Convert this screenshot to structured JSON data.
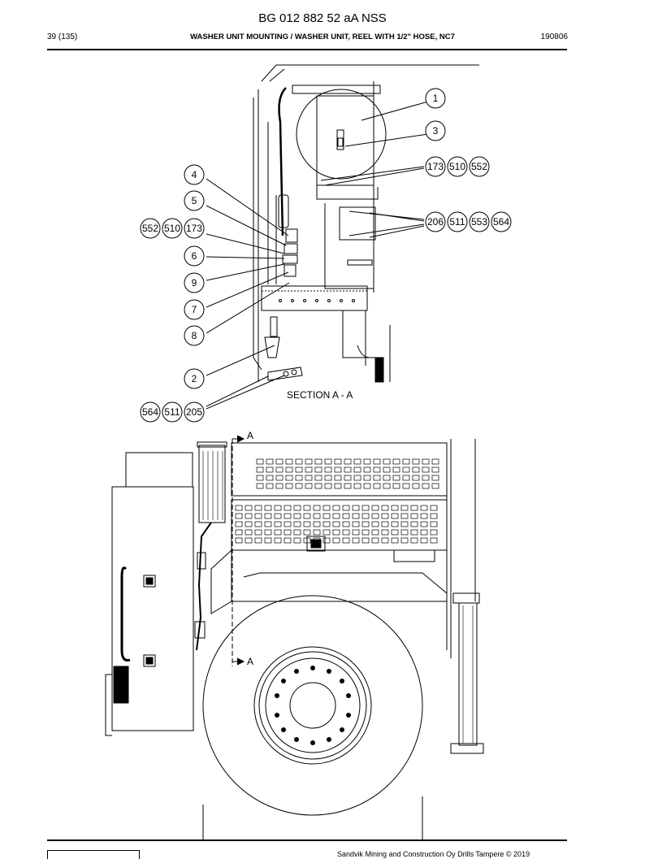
{
  "header": {
    "doc_id": "BG 012 882 52 aA NSS",
    "page": "39 (135)",
    "title": "WASHER UNIT MOUNTING / WASHER UNIT, REEL WITH 1/2\" HOSE, NC7",
    "code": "190806"
  },
  "drawing": {
    "section_label": "SECTION A - A",
    "section_marker": "A",
    "callouts": {
      "c1": "1",
      "c3": "3",
      "c4": "4",
      "c5": "5",
      "c6": "6",
      "c9": "9",
      "c7": "7",
      "c8": "8",
      "c2": "2",
      "g1": [
        "173",
        "510",
        "552"
      ],
      "g2": [
        "206",
        "511",
        "553",
        "564"
      ],
      "g3": [
        "552",
        "510",
        "173"
      ],
      "g4": [
        "564",
        "511",
        "205"
      ]
    }
  },
  "footer": {
    "copyright": "Sandvik Mining and Construction Oy Drills Tampere © 2019"
  }
}
